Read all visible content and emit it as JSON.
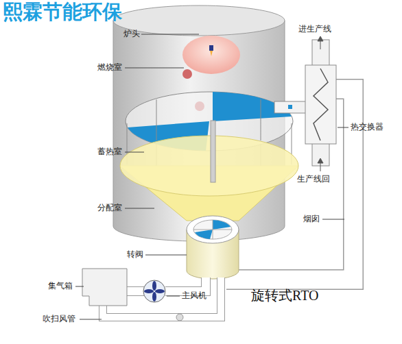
{
  "diagram": {
    "caption": "旋转式RTO",
    "labels": [
      "熙霖节能环保",
      "炉头",
      "燃烧室",
      "进生产线",
      "蓄热室",
      "热交换器",
      "生产线回",
      "分配室",
      "烟囱",
      "转阀",
      "集气箱",
      "主风机",
      "吹扫风管"
    ]
  }
}
